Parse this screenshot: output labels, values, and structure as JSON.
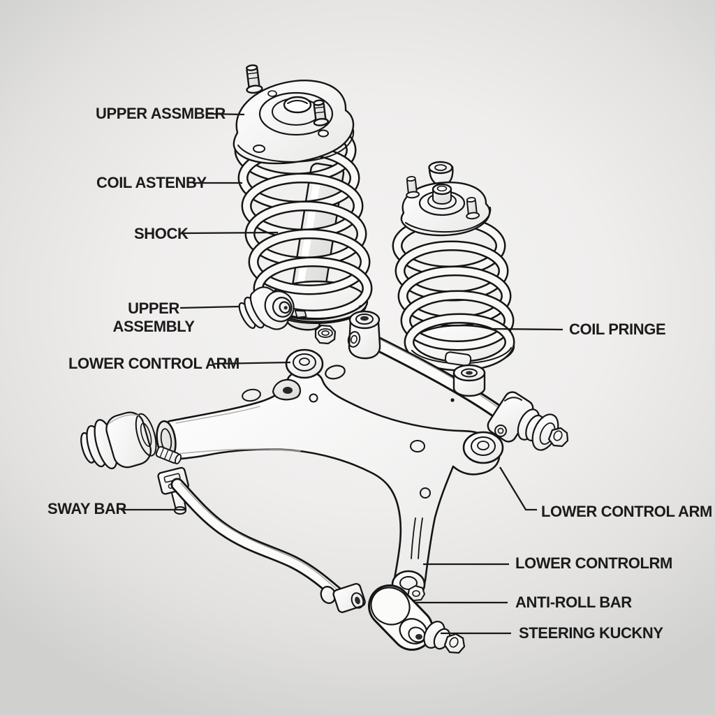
{
  "diagram": {
    "type": "exploded-parts-diagram",
    "subject": "car suspension components line illustration",
    "colors": {
      "background_center": "#f4f3f2",
      "background_corner": "#d0d0cf",
      "line": "#151515",
      "label_text": "#1b1b1b",
      "part_fill": "#fbfbfa"
    },
    "labels": {
      "upper_assmber": "UPPER ASSMBER",
      "coil_astenby": "COIL ASTENBY",
      "shock": "SHOCK",
      "upper_assembly_line1": "UPPER",
      "upper_assembly_line2": "ASSEMBLY",
      "lower_control_arm_left": "LOWER CONTROL ARM",
      "coil_pringe": "COIL PRINGE",
      "sway_bar": "SWAY BAR",
      "lower_control_arm_right": "LOWER CONTROL ARM",
      "lower_controlrm": "LOWER CONTROLRM",
      "anti_roll_bar": "ANTI-ROLL BAR",
      "steering_kuckny": "STEERING KUCKNY"
    }
  }
}
